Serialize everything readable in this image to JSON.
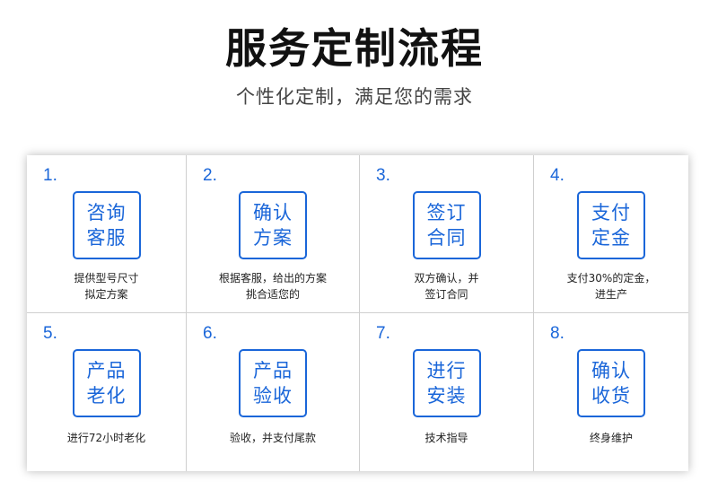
{
  "header": {
    "title": "服务定制流程",
    "subtitle": "个性化定制，满足您的需求"
  },
  "colors": {
    "accent": "#1a66d9",
    "divider": "#cfcfcf"
  },
  "steps": [
    {
      "number": "1.",
      "box_line1": "咨询",
      "box_line2": "客服",
      "desc_line1": "提供型号尺寸",
      "desc_line2": "拟定方案"
    },
    {
      "number": "2.",
      "box_line1": "确认",
      "box_line2": "方案",
      "desc_line1": "根据客服，给出的方案",
      "desc_line2": "挑合适您的"
    },
    {
      "number": "3.",
      "box_line1": "签订",
      "box_line2": "合同",
      "desc_line1": "双方确认，并",
      "desc_line2": "签订合同"
    },
    {
      "number": "4.",
      "box_line1": "支付",
      "box_line2": "定金",
      "desc_line1": "支付30%的定金，",
      "desc_line2": "进生产"
    },
    {
      "number": "5.",
      "box_line1": "产品",
      "box_line2": "老化",
      "desc_line1": "进行72小时老化"
    },
    {
      "number": "6.",
      "box_line1": "产品",
      "box_line2": "验收",
      "desc_line1": "验收，并支付尾款"
    },
    {
      "number": "7.",
      "box_line1": "进行",
      "box_line2": "安装",
      "desc_line1": "技术指导"
    },
    {
      "number": "8.",
      "box_line1": "确认",
      "box_line2": "收货",
      "desc_line1": "终身维护"
    }
  ]
}
